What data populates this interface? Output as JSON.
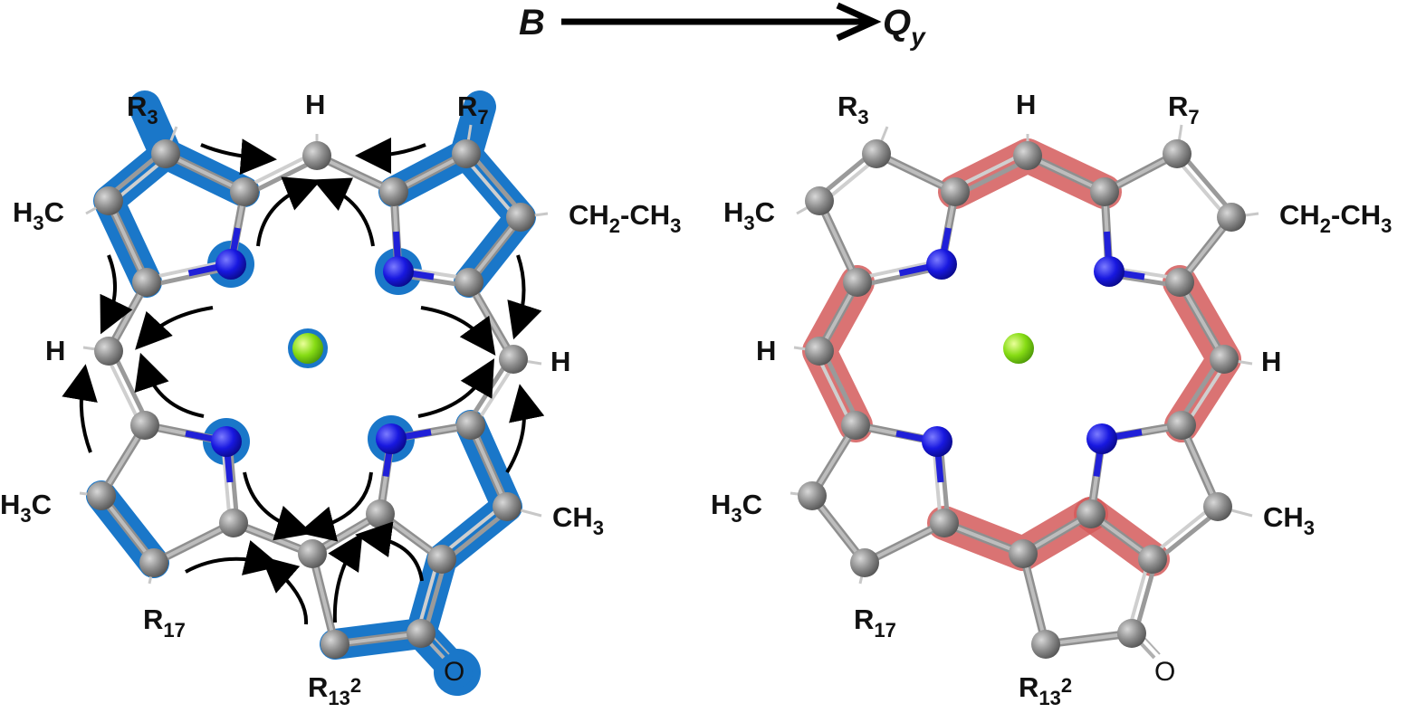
{
  "header": {
    "from_state": "B",
    "to_state": "Q",
    "to_state_subscript": "y"
  },
  "left_molecule": {
    "labels": {
      "r3": "R",
      "r3_sub": "3",
      "r7": "R",
      "r7_sub": "7",
      "h_top": "H",
      "h3c_top": "H",
      "h3c_top_sub": "3",
      "h3c_top_c": "C",
      "ethyl": "CH",
      "ethyl_sub": "2",
      "ethyl_rest": "-CH",
      "ethyl_sub2": "3",
      "h_left": "H",
      "h_right": "H",
      "h3c_bottom": "H",
      "h3c_bottom_sub": "3",
      "h3c_bottom_c": "C",
      "ch3": "CH",
      "ch3_sub": "3",
      "r17": "R",
      "r17_sub": "17",
      "r132": "R",
      "r132_sub": "13",
      "r132_sup": "2",
      "oxygen": "O"
    },
    "highlight_color": "#1a77c9"
  },
  "right_molecule": {
    "labels": {
      "r3": "R",
      "r3_sub": "3",
      "r7": "R",
      "r7_sub": "7",
      "h_top": "H",
      "h3c_top": "H",
      "h3c_top_sub": "3",
      "h3c_top_c": "C",
      "ethyl": "CH",
      "ethyl_sub": "2",
      "ethyl_rest": "-CH",
      "ethyl_sub2": "3",
      "h_left": "H",
      "h_right": "H",
      "h3c_bottom": "H",
      "h3c_bottom_sub": "3",
      "h3c_bottom_c": "C",
      "ch3": "CH",
      "ch3_sub": "3",
      "r17": "R",
      "r17_sub": "17",
      "r132": "R",
      "r132_sub": "13",
      "r132_sup": "2",
      "oxygen": "O"
    },
    "highlight_color": "#d35a5a"
  },
  "colors": {
    "carbon": "#8a8a8a",
    "nitrogen": "#1a1adc",
    "magnesium": "#8ee01e",
    "bond": "#a0a0a0"
  }
}
